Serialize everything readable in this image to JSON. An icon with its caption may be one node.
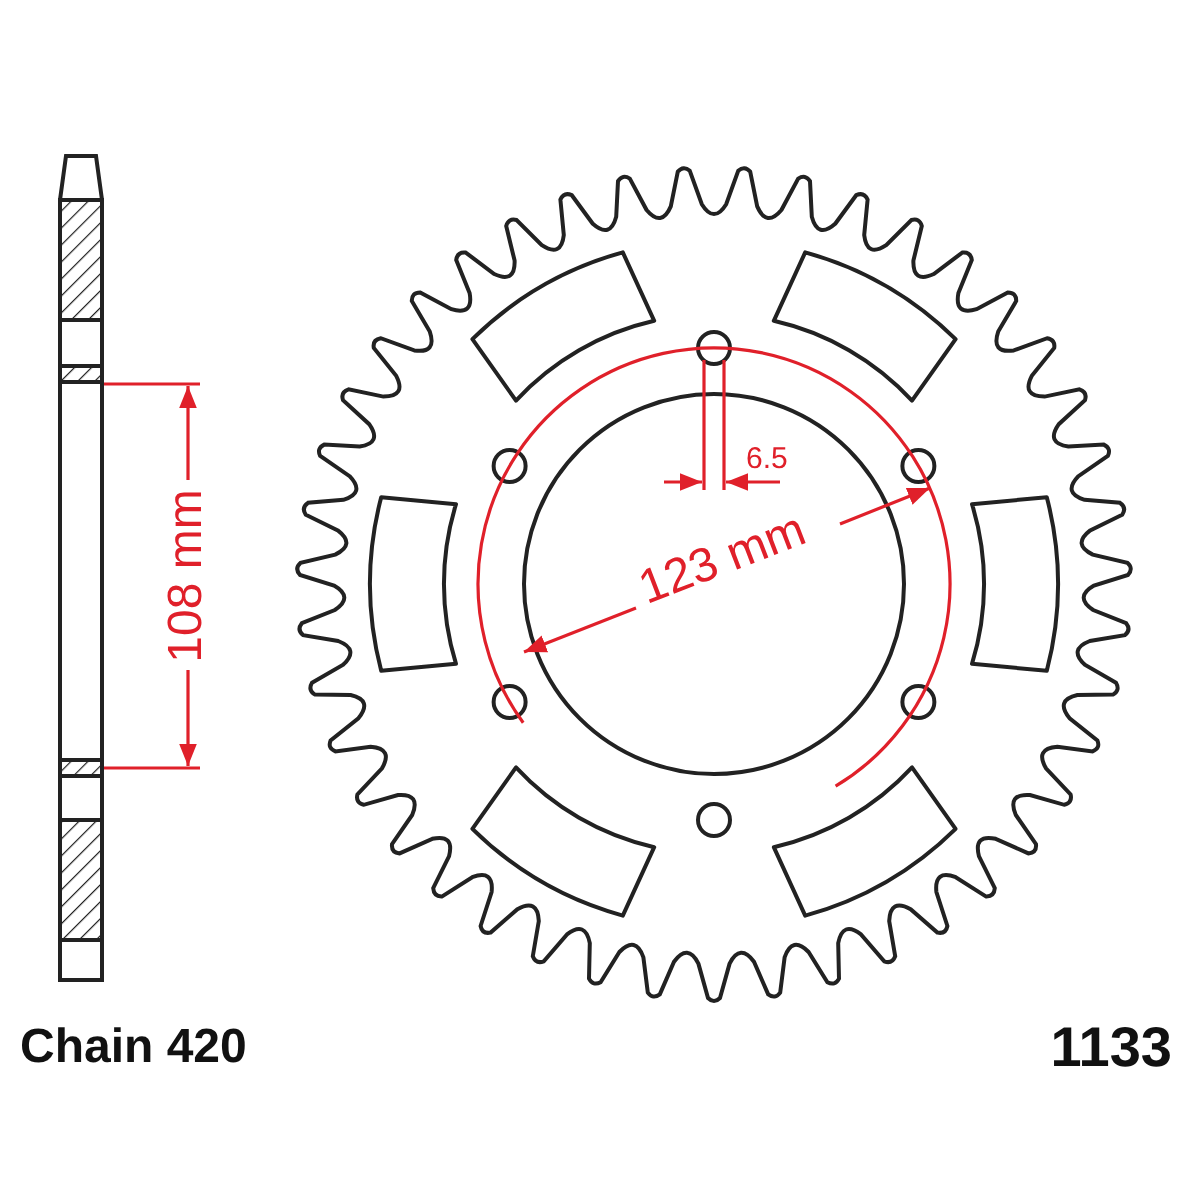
{
  "diagram": {
    "labels": [
      "108 mm",
      "6.5",
      "123 mm",
      "Chain 420",
      "1133"
    ]
  }
}
